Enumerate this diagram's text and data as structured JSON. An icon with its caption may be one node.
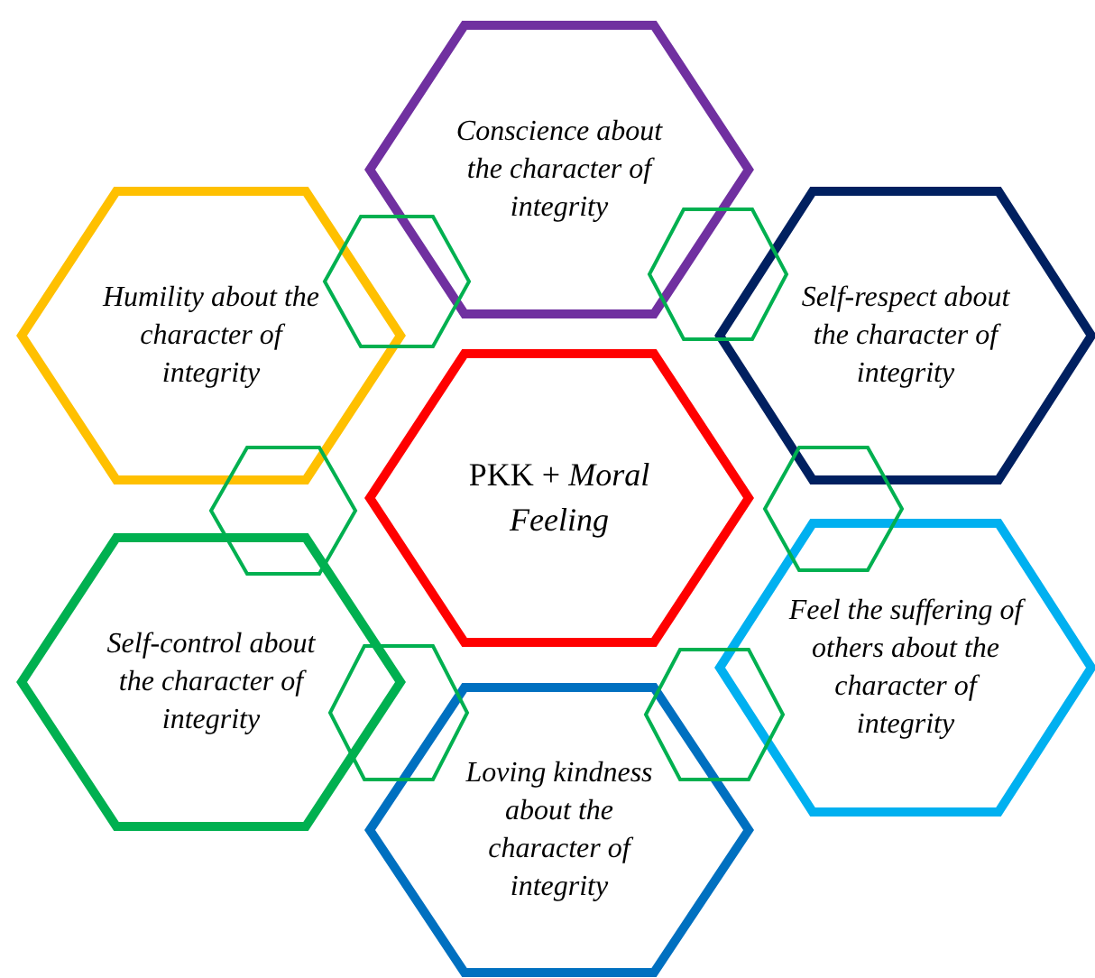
{
  "diagram": {
    "nodes": [
      {
        "text": [
          "Conscience about the character of integrity"
        ]
      },
      {
        "text": [
          "Humility about the character of integrity"
        ]
      },
      {
        "text": [
          "Self-respect about the character of integrity"
        ]
      },
      {
        "text": [
          "PKK + *Moral Feeling*"
        ]
      },
      {
        "text": [
          "Self-control about the character of integrity"
        ]
      },
      {
        "text": [
          "Feel the suffering of others about the character of integrity"
        ]
      },
      {
        "text": [
          "Loving kindness about the character of integrity"
        ]
      },
      {
        "text": [],
        "shape": "hexagon"
      },
      {
        "text": [],
        "shape": "hexagon"
      },
      {
        "text": [],
        "shape": "hexagon"
      },
      {
        "text": [],
        "shape": "hexagon"
      },
      {
        "text": [],
        "shape": "hexagon"
      },
      {
        "text": [],
        "shape": "hexagon"
      }
    ]
  }
}
